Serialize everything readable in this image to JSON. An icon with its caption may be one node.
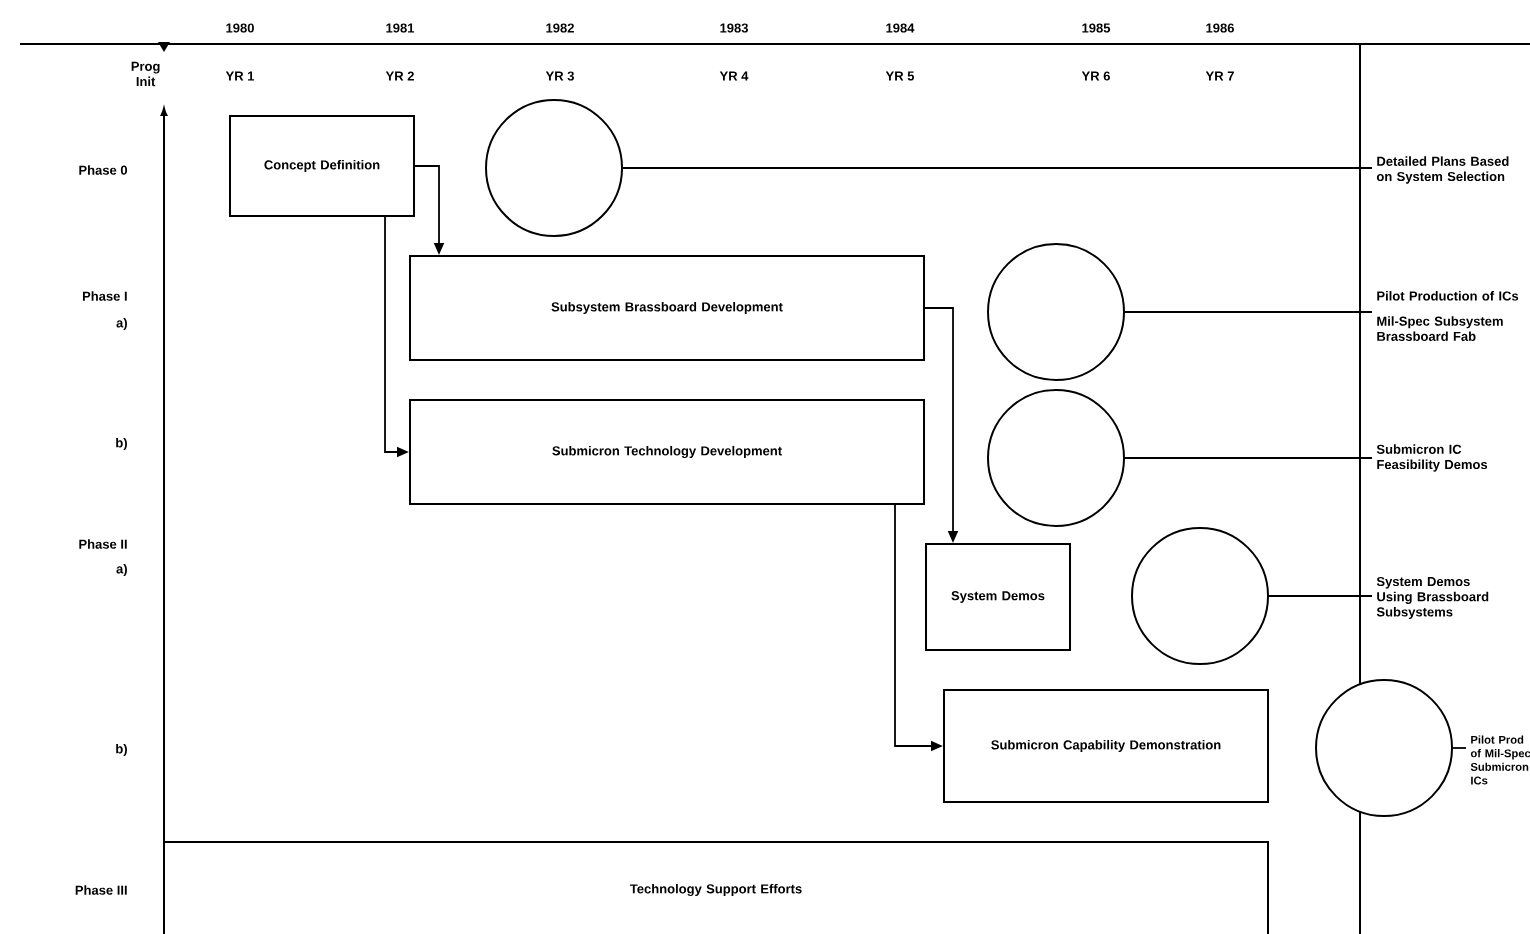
{
  "diagram": {
    "nodes": [
      {
        "text": [
          "Concept Definition"
        ]
      },
      {
        "text": [],
        "shape": "circle"
      },
      {
        "text": [
          "Subsystem Brassboard Development"
        ]
      },
      {
        "text": [],
        "shape": "circle"
      },
      {
        "text": [
          "Submicron Technology Development"
        ]
      },
      {
        "text": [],
        "shape": "circle"
      },
      {
        "text": [
          "System Demos"
        ]
      },
      {
        "text": [],
        "shape": "circle"
      },
      {
        "text": [
          "Submicron Capability Demonstration"
        ]
      },
      {
        "text": [],
        "shape": "circle"
      },
      {
        "text": [
          "Technology Support Efforts"
        ]
      },
      {
        "text": [
          "Detailed Plans Based on System Selection"
        ]
      },
      {
        "text": [
          "Pilot Production of ICs",
          "Mil-Spec Subsystem Brassboard Fab"
        ]
      },
      {
        "text": [
          "Submicron IC Feasibility Demos"
        ]
      },
      {
        "text": [
          "System Demos Using Brassboard Subsystems"
        ]
      },
      {
        "text": [
          "Pilot Prod of Mil-Spec Submicron ICs"
        ]
      }
    ],
    "edges": [
      {
        "from": 0,
        "to": 2,
        "arrow": "to"
      },
      {
        "from": 0,
        "to": 4,
        "arrow": "to"
      },
      {
        "from": 2,
        "to": 6,
        "arrow": "to"
      },
      {
        "from": 4,
        "to": 8,
        "arrow": "to"
      },
      {
        "from": 1,
        "to": 11,
        "arrow": "none"
      },
      {
        "from": 3,
        "to": 12,
        "arrow": "none"
      },
      {
        "from": 5,
        "to": 13,
        "arrow": "none"
      },
      {
        "from": 7,
        "to": 14,
        "arrow": "none"
      },
      {
        "from": 9,
        "to": 15,
        "arrow": "none"
      }
    ],
    "labels": [
      "1980",
      "1981",
      "1982",
      "1983",
      "1984",
      "1985",
      "1986",
      "Prog Init",
      "YR 1",
      "YR 2",
      "YR 3",
      "YR 4",
      "YR 5",
      "YR 6",
      "YR 7",
      "Phase 0",
      "Phase I",
      "a)",
      "b)",
      "Phase II",
      "a)",
      "b)",
      "Phase III"
    ]
  }
}
